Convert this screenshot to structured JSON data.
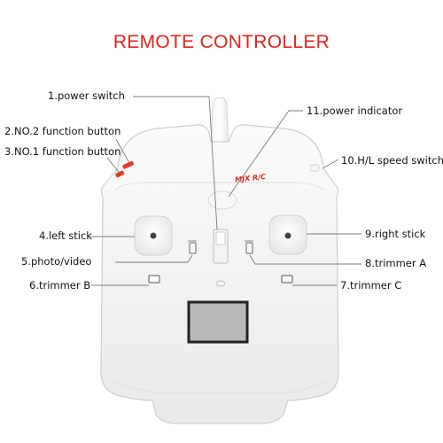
{
  "title": "REMOTE CONTROLLER",
  "brand_logo": "MJX R/C",
  "colors": {
    "title": "#e2231a",
    "body": "#f4f4f4",
    "outline": "#d0d0d0",
    "red_button": "#e53b24"
  },
  "labels": {
    "power_switch": "1.power switch",
    "no2_function_button": "2.NO.2 function button",
    "no1_function_button": "3.NO.1 function button",
    "left_stick": "4.left stick",
    "photo_video": "5.photo/video",
    "trimmer_b": "6.trimmer B",
    "trimmer_c": "7.trimmer C",
    "trimmer_a": "8.trimmer A",
    "right_stick": "9.right stick",
    "hl_speed_switch": "10.H/L speed switch",
    "power_indicator": "11.power indicator"
  }
}
